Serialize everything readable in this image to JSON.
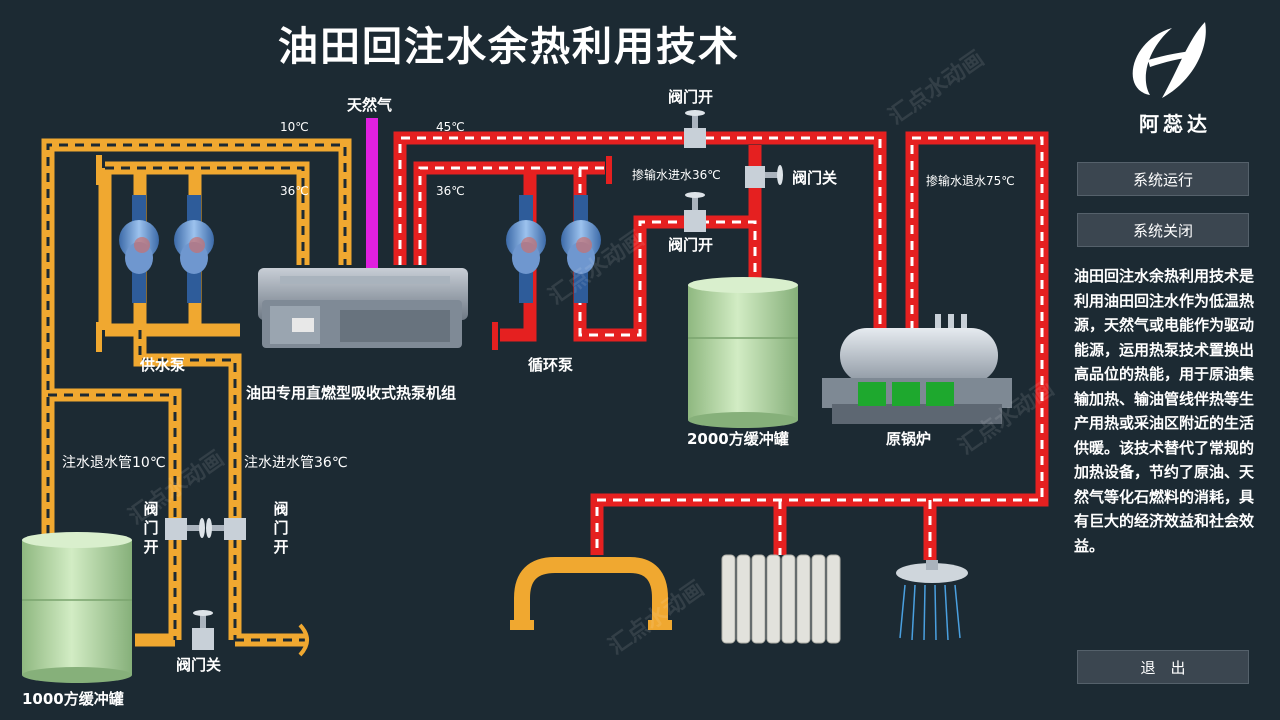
{
  "title": "油田回注水余热利用技术",
  "logo": {
    "text": "阿蕊达"
  },
  "labels": {
    "natural_gas": "天然气",
    "temp_10_top": "10℃",
    "temp_36_left": "36℃",
    "temp_45": "45℃",
    "temp_36_mid": "36℃",
    "valve_open_top": "阀门开",
    "blend_inlet": "掺输水进水36℃",
    "valve_close_mid": "阀门关",
    "valve_open_mid": "阀门开",
    "blend_return": "掺输水退水75℃",
    "supply_pump": "供水泵",
    "heat_pump_unit": "油田专用直燃型吸收式热泵机组",
    "circ_pump": "循环泵",
    "tank_2000": "2000方缓冲罐",
    "boiler": "原锅炉",
    "inject_return": "注水退水管10℃",
    "inject_inlet": "注水进水管36℃",
    "valve_open_left": "阀门开",
    "valve_open_right": "阀门开",
    "valve_close_bottom": "阀门关",
    "tank_1000": "1000方缓冲罐"
  },
  "buttons": {
    "run": "系统运行",
    "stop": "系统关闭",
    "exit": "退　出"
  },
  "description": "油田回注水余热利用技术是利用油田回注水作为低温热源，天然气或电能作为驱动能源，运用热泵技术置换出高品位的热能，用于原油集输加热、输油管线伴热等生产用热或采油区附近的生活供暖。该技术替代了常规的加热设备，节约了原油、天然气等化石燃料的消耗，具有巨大的经济效益和社会效益。",
  "watermark": "汇点水动画",
  "colors": {
    "background": "#1c2a33",
    "cold_pipe": "#f0a830",
    "hot_pipe": "#e52020",
    "gas_pipe": "#e020e0",
    "tank": "#b8dca8"
  },
  "icons": {
    "logo": "logo-mark-icon",
    "pump": "pump-icon",
    "valve": "valve-icon",
    "boiler": "boiler-icon",
    "radiator": "radiator-icon",
    "shower": "shower-head-icon",
    "pipe_bend": "u-pipe-icon"
  }
}
